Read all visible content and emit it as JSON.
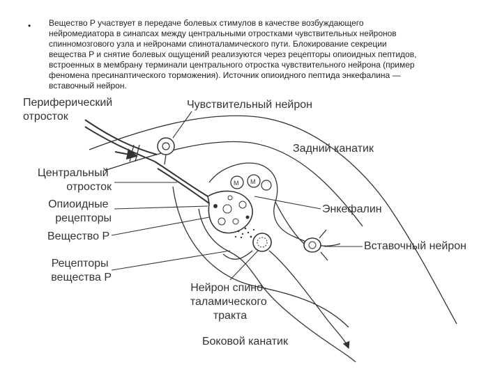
{
  "slide": {
    "bullet": "•",
    "paragraph_lines": [
      "Вещество Р участвует в передаче болевых стимулов в качестве возбуждающего",
      "нейромедиатора в синапсах между центральными отростками чувствительных нейронов",
      "спинномозгового узла и нейронами спиноталамического пути. Блокирование секреции",
      "вещества Р и снятие болевых ощущений реализуются через рецепторы опиоидных пептидов,",
      "встроенных в мембрану терминали центрального отростка чувствительного нейрона (пример",
      "феномена пресинаптического торможения). Источник опиоидного пептида энкефалина —",
      "вставочный нейрон."
    ]
  },
  "diagram": {
    "labels": {
      "peripheral_process": [
        "Периферический",
        "отросток"
      ],
      "sensory_neuron": "Чувствительный нейрон",
      "posterior_funiculus": "Задний канатик",
      "central_process": [
        "Центральный",
        "отросток"
      ],
      "opioid_receptors": [
        "Опиоидные",
        "рецепторы"
      ],
      "enkephalin": "Энкефалин",
      "substance_p": "Вещество Р",
      "interneuron": "Вставочный нейрон",
      "substance_p_receptors": [
        "Рецепторы",
        "вещества Р"
      ],
      "spinothalamic_neuron": [
        "Нейрон спино-",
        "таламического",
        "тракта"
      ],
      "lateral_funiculus": "Боковой канатик"
    },
    "vesicle_marks": [
      "M",
      "M"
    ]
  }
}
